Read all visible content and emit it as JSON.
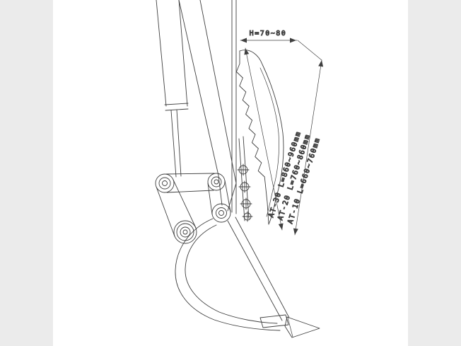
{
  "diagram": {
    "kind": "excavator-thumb-and-bucket-technical-drawing",
    "dimensions": {
      "h": "H=70~80",
      "lengths": [
        "AT-30 L=860~960mm",
        "AT-20 L=760~860mm",
        "AT-10 L=660~760mm"
      ]
    },
    "colors": {
      "line": "#3f3f3f",
      "panel": "#ffffff",
      "background": "#ebebeb"
    }
  }
}
